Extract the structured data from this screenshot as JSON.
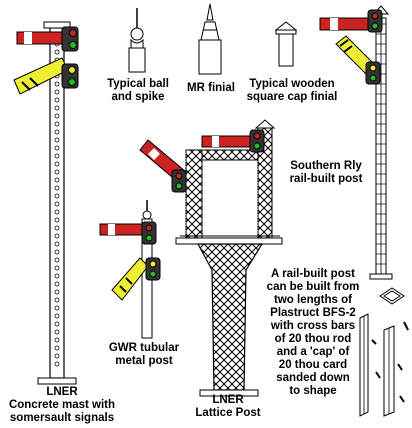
{
  "labels": {
    "ball_spike": [
      "Typical ball",
      "and spike"
    ],
    "mr_finial": [
      "MR finial"
    ],
    "wooden_cap": [
      "Typical wooden",
      "square cap finial"
    ],
    "southern": [
      "Southern Rly",
      "rail-built post"
    ],
    "rail_built_note": [
      "A rail-built post",
      "can be built from",
      "two lengths of",
      "Plastruct BFS-2",
      "with cross bars",
      "of 20 thou rod",
      "and a 'cap' of",
      "20 thou card",
      "sanded down",
      "to shape"
    ],
    "gwr": [
      "GWR tubular",
      "metal post"
    ],
    "lner_concrete": [
      "LNER",
      "Concrete mast with",
      "somersault signals"
    ],
    "lner_lattice": [
      "LNER",
      "Lattice Post"
    ]
  },
  "colors": {
    "stop_arm": "#cc2222",
    "distant_arm": "#eeee33",
    "lamp_green": "#22bb22",
    "lamp_yellow": "#eeee22",
    "outline": "#000000",
    "post_fill": "#ffffff"
  }
}
